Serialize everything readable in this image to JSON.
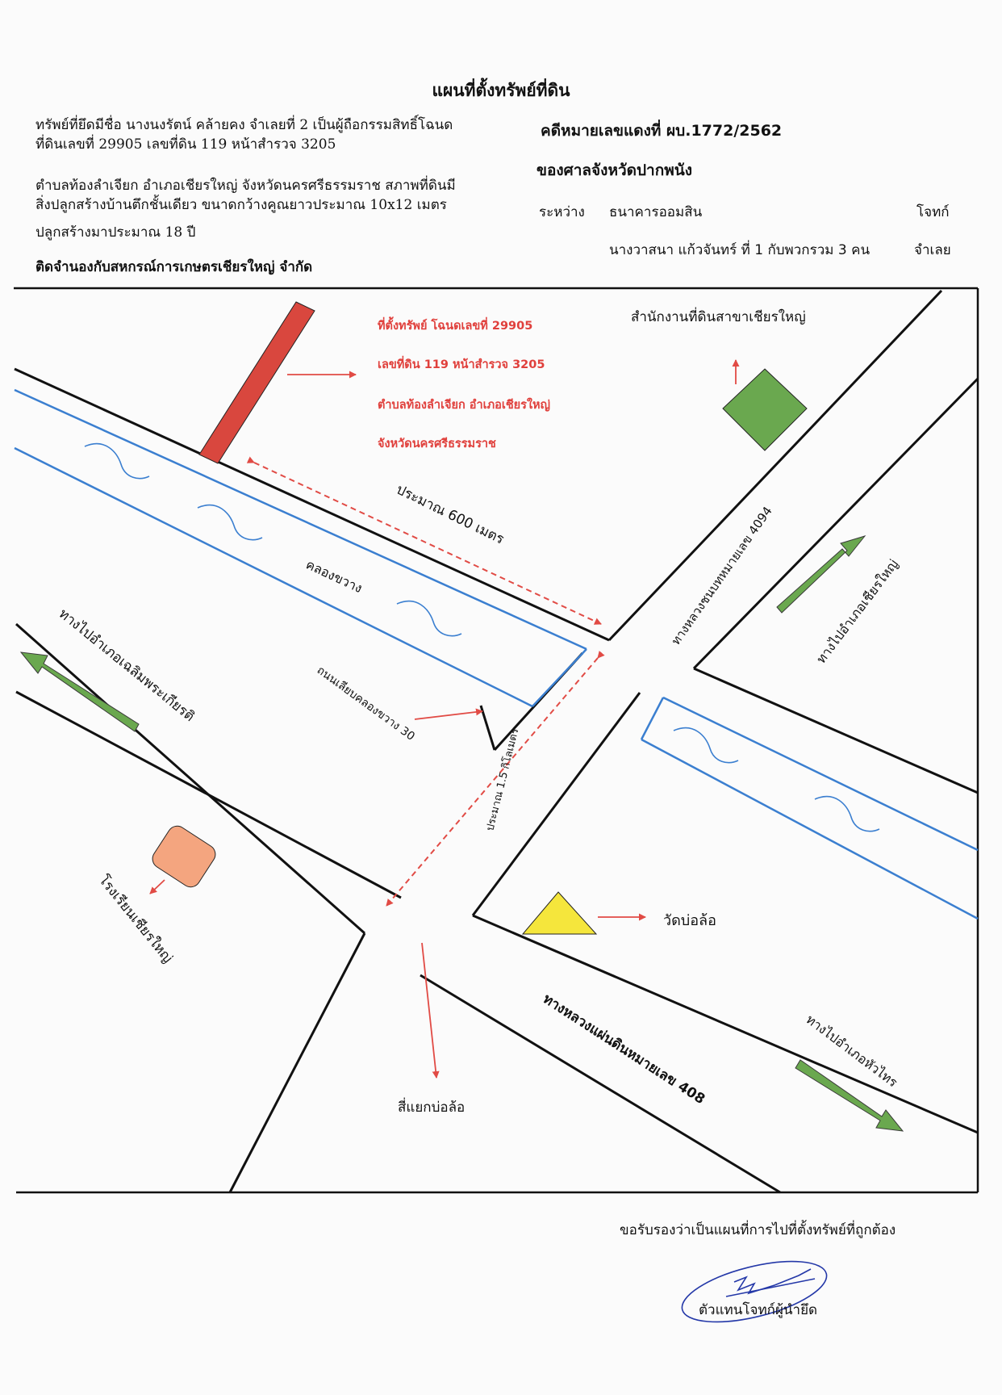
{
  "header": {
    "title": "แผนที่ตั้งทรัพย์ที่ดิน",
    "desc_line1": "ทรัพย์ที่ยึดมีชื่อ นางนงรัตน์ คล้ายคง จำเลยที่ 2 เป็นผู้ถือกรรมสิทธิ์โฉนด",
    "desc_line2": "ที่ดินเลขที่ 29905 เลขที่ดิน 119 หน้าสำรวจ 3205",
    "desc_line3": "ตำบลท้องลำเจียก อำเภอเชียรใหญ่ จังหวัดนครศรีธรรมราช สภาพที่ดินมี",
    "desc_line4": "สิ่งปลูกสร้างบ้านตึกชั้นเดียว ขนาดกว้างคูณยาวประมาณ 10x12 เมตร",
    "desc_line5": "ปลูกสร้างมาประมาณ 18  ปี",
    "desc_line6": "ติดจำนองกับสหกรณ์การเกษตรเชียรใหญ่ จำกัด"
  },
  "case": {
    "number": "คดีหมายเลขแดงที่ ผบ.1772/2562",
    "court": "ของศาลจังหวัดปากพนัง",
    "between_label": "ระหว่าง",
    "plaintiff": "ธนาคารออมสิน",
    "plaintiff_role": "โจทก์",
    "defendant": "นางวาสนา แก้วจันทร์ ที่ 1 กับพวกรวม 3 คน",
    "defendant_role": "จำเลย"
  },
  "map": {
    "property_lines": [
      "ที่ตั้งทรัพย์ โฉนดเลขที่ 29905",
      "เลขที่ดิน 119 หน้าสำรวจ 3205",
      "ตำบลท้องลำเจียก อำเภอเชียรใหญ่",
      "จังหวัดนครศรีธรรมราช"
    ],
    "land_office": "สำนักงานที่ดินสาขาเชียรใหญ่",
    "dist_600": "ประมาณ 600 เมตร",
    "canal": "คลองขวาง",
    "road_4094": "ทางหลวงชนบทหมายเลข 4094",
    "to_chianyai": "ทางไปอำเภอเชียรใหญ่",
    "to_chaloem": "ทางไปอำเภอเฉลิมพระเกียรติ",
    "canal_road": "ถนนเลียบคลองขวาง 30",
    "dist_1_5": "ประมาณ 1.5 กิโลเมตร",
    "school": "โรงเรียนเชียรใหญ่",
    "temple": "วัดบ่อล้อ",
    "highway_408": "ทางหลวงแผ่นดินหมายเลข 408",
    "to_huasai": "ทางไปอำเภอหัวไทร",
    "intersection": "สี่แยกบ่อล้อ"
  },
  "certify": {
    "statement": "ขอรับรองว่าเป็นแผนที่การไปที่ตั้งทรัพย์ที่ถูกต้อง",
    "signer": "ตัวแทนโจทก์ผู้นำยึด"
  },
  "colors": {
    "property_marker": "#d9473e",
    "label_red": "#e0403c",
    "arrow_red": "#e14b45",
    "canal_blue": "#3b7fd0",
    "arrow_green": "#6aa84f",
    "land_office_green": "#6aa84f",
    "school_orange": "#f4a57f",
    "temple_yellow": "#f5e63c",
    "signature_blue": "#2438a8"
  }
}
